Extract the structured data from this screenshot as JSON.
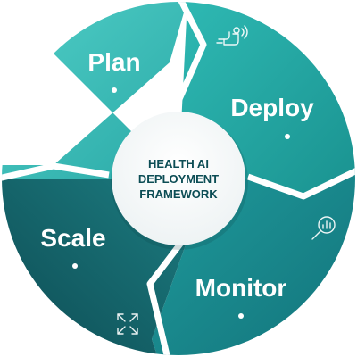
{
  "center": {
    "lines": [
      "HEALTH AI",
      "DEPLOYMENT",
      "FRAMEWORK"
    ]
  },
  "segments": [
    {
      "id": "plan",
      "label": "Plan",
      "icon": "drafting-tools-icon",
      "color_a": "#4ac9c4",
      "color_b": "#29aaa8"
    },
    {
      "id": "deploy",
      "label": "Deploy",
      "icon": "tap-gesture-icon",
      "color_a": "#2db3b0",
      "color_b": "#1a9597"
    },
    {
      "id": "monitor",
      "label": "Monitor",
      "icon": "magnifier-chart-icon",
      "color_a": "#1d9497",
      "color_b": "#13767c"
    },
    {
      "id": "scale",
      "label": "Scale",
      "icon": "expand-arrows-icon",
      "color_a": "#1a7379",
      "color_b": "#0f4f56"
    }
  ],
  "colors": {
    "center_fill": "#ffffff",
    "center_text": "#0c4d55",
    "separator": "#ffffff"
  }
}
